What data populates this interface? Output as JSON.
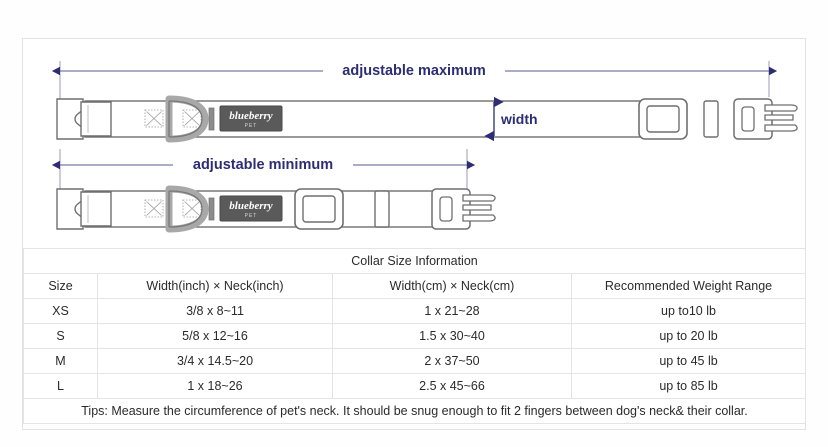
{
  "diagram": {
    "labels": {
      "adjustable_maximum": "adjustable maximum",
      "adjustable_minimum": "adjustable minimum",
      "width": "width"
    },
    "brand_patch": {
      "name": "blueberry",
      "sub": "PET"
    },
    "colors": {
      "annotation": "#2d2d73",
      "outline": "#6f6f6f",
      "patch_fill": "#5a5a5a",
      "frame": "#e2e2e2"
    }
  },
  "table": {
    "title": "Collar Size Information",
    "headers": [
      "Size",
      "Width(inch) × Neck(inch)",
      "Width(cm) × Neck(cm)",
      "Recommended Weight Range"
    ],
    "rows": [
      [
        "XS",
        "3/8 x 8~11",
        "1 x 21~28",
        "up to10 lb"
      ],
      [
        "S",
        "5/8 x 12~16",
        "1.5 x 30~40",
        "up to 20 lb"
      ],
      [
        "M",
        "3/4 x 14.5~20",
        "2 x 37~50",
        "up to 45 lb"
      ],
      [
        "L",
        "1 x 18~26",
        "2.5 x 45~66",
        "up to 85 lb"
      ]
    ],
    "tips": "Tips: Measure the circumference of pet's neck. It should be snug enough to fit 2 fingers between dog's neck& their collar."
  }
}
